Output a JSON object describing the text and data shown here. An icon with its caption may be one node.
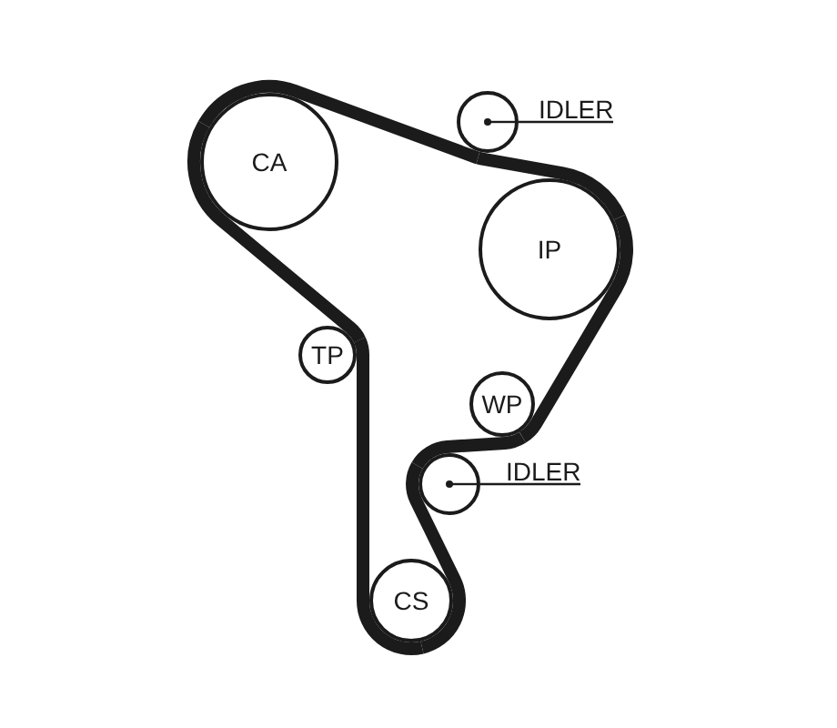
{
  "diagram": {
    "nodes": [
      {
        "text": [
          "CA"
        ]
      },
      {
        "text": [],
        "shape": "circle"
      },
      {
        "text": [
          "IDLER"
        ]
      },
      {
        "text": [
          "IP"
        ]
      },
      {
        "text": [
          "TP"
        ]
      },
      {
        "text": [
          "WP"
        ]
      },
      {
        "text": [],
        "shape": "circle"
      },
      {
        "text": [
          "IDLER"
        ]
      },
      {
        "text": [
          "CS"
        ]
      }
    ],
    "edges": [
      {
        "from": 0,
        "to": 1,
        "arrow": "none"
      },
      {
        "from": 1,
        "to": 3,
        "arrow": "none"
      },
      {
        "from": 3,
        "to": 5,
        "arrow": "none"
      },
      {
        "from": 5,
        "to": 6,
        "arrow": "none"
      },
      {
        "from": 6,
        "to": 8,
        "arrow": "none"
      },
      {
        "from": 8,
        "to": 4,
        "arrow": "none"
      },
      {
        "from": 4,
        "to": 0,
        "arrow": "none"
      },
      {
        "from": 2,
        "to": 1,
        "arrow": "none"
      },
      {
        "from": 7,
        "to": 6,
        "arrow": "none"
      }
    ]
  }
}
